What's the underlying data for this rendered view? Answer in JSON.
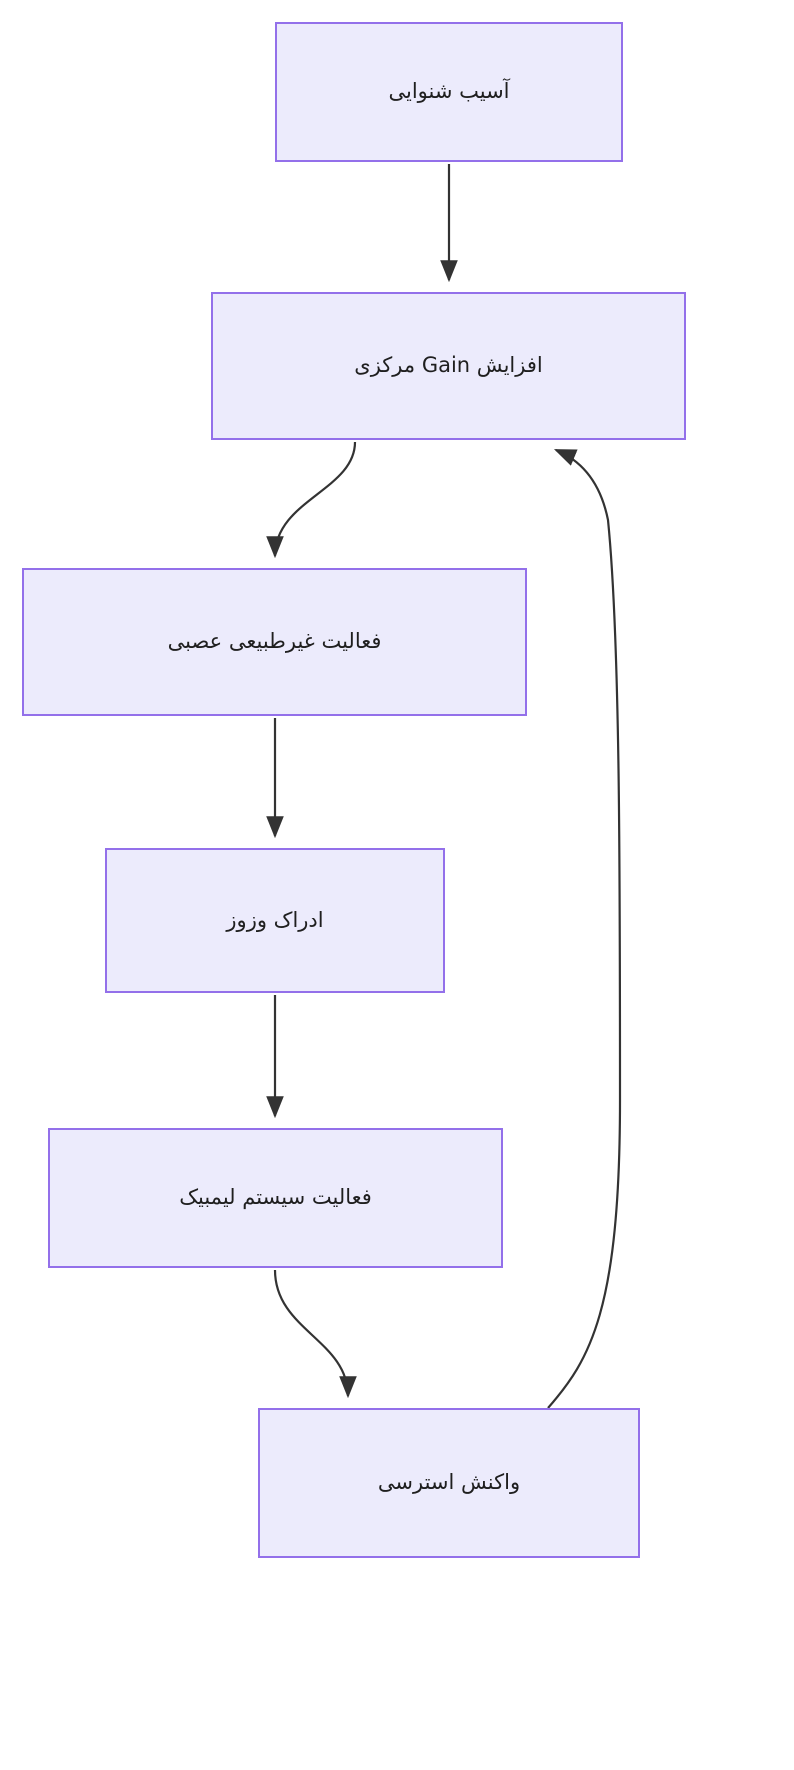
{
  "diagram": {
    "type": "flowchart",
    "direction": "top-to-bottom",
    "language": "fa",
    "colors": {
      "node_fill": "#ECEBFC",
      "node_border": "#9370EA",
      "edge_stroke": "#333333",
      "label_text": "#1f1f1f",
      "background": "#ffffff"
    },
    "nodes": [
      {
        "id": "hearing-damage",
        "label": "آسیب شنوایی"
      },
      {
        "id": "central-gain",
        "label": "افزایش Gain مرکزی"
      },
      {
        "id": "abnormal-activity",
        "label": "فعالیت غیرطبیعی عصبی"
      },
      {
        "id": "tinnitus-perception",
        "label": "ادراک وزوز"
      },
      {
        "id": "limbic-activity",
        "label": "فعالیت سیستم لیمبیک"
      },
      {
        "id": "stress-reaction",
        "label": "واکنش استرسی"
      }
    ],
    "edges": [
      {
        "from": "hearing-damage",
        "to": "central-gain",
        "label": ""
      },
      {
        "from": "central-gain",
        "to": "abnormal-activity",
        "label": ""
      },
      {
        "from": "abnormal-activity",
        "to": "tinnitus-perception",
        "label": ""
      },
      {
        "from": "tinnitus-perception",
        "to": "limbic-activity",
        "label": ""
      },
      {
        "from": "limbic-activity",
        "to": "stress-reaction",
        "label": ""
      },
      {
        "from": "stress-reaction",
        "to": "central-gain",
        "label": ""
      }
    ]
  }
}
